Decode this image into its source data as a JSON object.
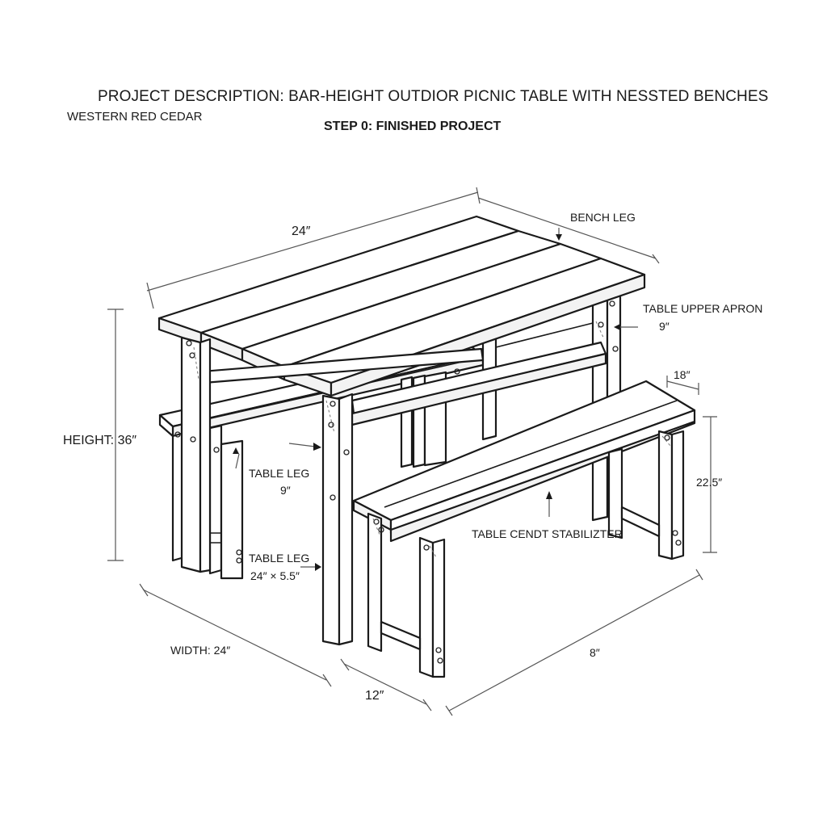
{
  "header": {
    "title": "PROJECT DESCRIPTION: BAR-HEIGHT OUTDIOR PICNIC TABLE WITH NESSTED BENCHES",
    "material": "WESTERN RED CEDAR",
    "step": "STEP 0: FINISHED PROJECT"
  },
  "labels": {
    "top_length": "24″",
    "bench_leg": "BENCH LEG",
    "table_upper_apron": "TABLE UPPER APRON",
    "apron_dim": "9″",
    "bench_width": "18″",
    "height": "HEIGHT: 36″",
    "table_leg_1": "TABLE LEG",
    "table_leg_1_dim": "9″",
    "table_leg_2": "TABLE LEG",
    "table_leg_2_dim": "24″ × 5.5″",
    "bench_height": "22.5″",
    "stabilizer": "TABLE CENDT STABILIZTER",
    "width": "WIDTH: 24″",
    "bench_gap": "12″",
    "bench_length": "8″"
  }
}
